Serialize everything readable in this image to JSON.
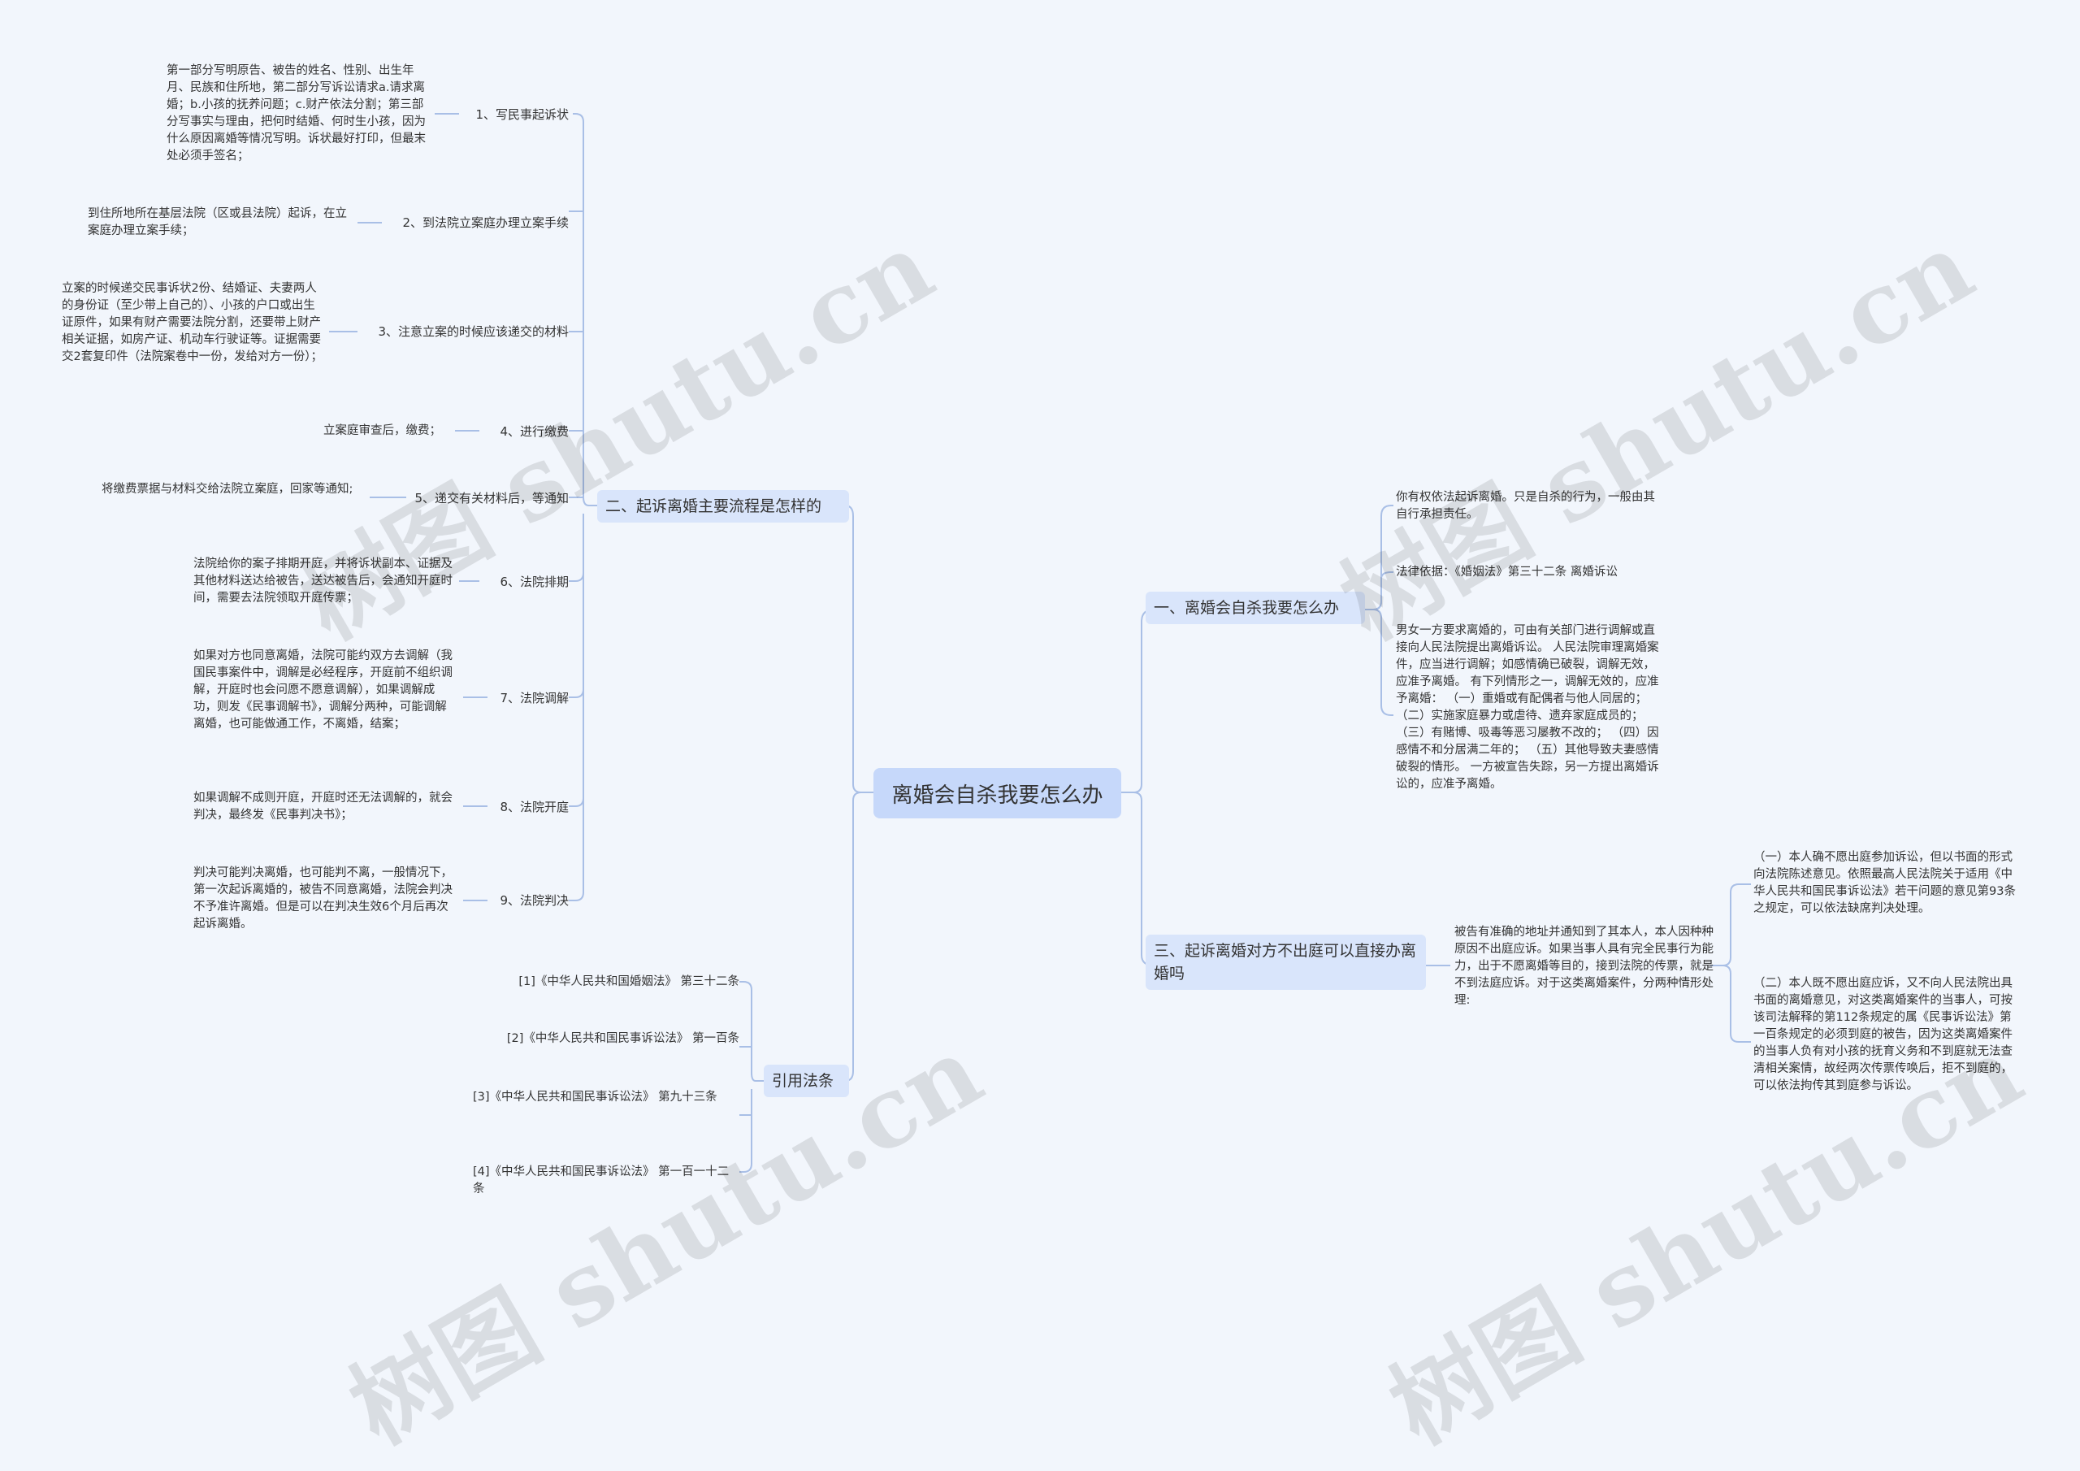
{
  "root": "离婚会自杀我要怎么办",
  "branches": {
    "b1": "一、离婚会自杀我要怎么办",
    "b2": "二、起诉离婚主要流程是怎样的",
    "b3": "三、起诉离婚对方不出庭可以直接办离婚吗",
    "b4": "引用法条"
  },
  "b1_texts": [
    "你有权依法起诉离婚。只是自杀的行为，一般由其自行承担责任。",
    "法律依据：《婚姻法》第三十二条 离婚诉讼",
    "男女一方要求离婚的，可由有关部门进行调解或直接向人民法院提出离婚诉讼。 人民法院审理离婚案件，应当进行调解；如感情确已破裂，调解无效，应准予离婚。 有下列情形之一，调解无效的，应准予离婚： （一）重婚或有配偶者与他人同居的； （二）实施家庭暴力或虐待、遗弃家庭成员的； （三）有赌博、吸毒等恶习屡教不改的； （四）因感情不和分居满二年的； （五）其他导致夫妻感情破裂的情形。 一方被宣告失踪，另一方提出离婚诉讼的，应准予离婚。"
  ],
  "b2_steps": [
    {
      "label": "1、写民事起诉状",
      "text": "第一部分写明原告、被告的姓名、性别、出生年月、民族和住所地，第二部分写诉讼请求a.请求离婚；b.小孩的抚养问题；c.财产依法分割；第三部分写事实与理由，把何时结婚、何时生小孩，因为什么原因离婚等情况写明。诉状最好打印，但最末处必须手签名；"
    },
    {
      "label": "2、到法院立案庭办理立案手续",
      "text": "到住所地所在基层法院（区或县法院）起诉，在立案庭办理立案手续；"
    },
    {
      "label": "3、注意立案的时候应该递交的材料",
      "text": "立案的时候递交民事诉状2份、结婚证、夫妻两人的身份证（至少带上自己的）、小孩的户口或出生证原件，如果有财产需要法院分割，还要带上财产相关证据，如房产证、机动车行驶证等。证据需要交2套复印件（法院案卷中一份，发给对方一份）；"
    },
    {
      "label": "4、进行缴费",
      "text": "立案庭审查后，缴费；"
    },
    {
      "label": "5、递交有关材料后，等通知",
      "text": "将缴费票据与材料交给法院立案庭，回家等通知;"
    },
    {
      "label": "6、法院排期",
      "text": "法院给你的案子排期开庭，并将诉状副本、证据及其他材料送达给被告，送达被告后，会通知开庭时间，需要去法院领取开庭传票；"
    },
    {
      "label": "7、法院调解",
      "text": "如果对方也同意离婚，法院可能约双方去调解（我国民事案件中，调解是必经程序，开庭前不组织调解，开庭时也会问愿不愿意调解），如果调解成功，则发《民事调解书》，调解分两种，可能调解离婚，也可能做通工作，不离婚，结案；"
    },
    {
      "label": "8、法院开庭",
      "text": "如果调解不成则开庭，开庭时还无法调解的，就会判决，最终发《民事判决书》；"
    },
    {
      "label": "9、法院判决",
      "text": "判决可能判决离婚，也可能判不离，一般情况下，第一次起诉离婚的，被告不同意离婚，法院会判决不予准许离婚。但是可以在判决生效6个月后再次起诉离婚。"
    }
  ],
  "b3_text": "被告有准确的地址并通知到了其本人，本人因种种原因不出庭应诉。如果当事人具有完全民事行为能力，出于不愿离婚等目的，接到法院的传票，就是不到法庭应诉。对于这类离婚案件，分两种情形处理:",
  "b3_subs": [
    "（一）本人确不愿出庭参加诉讼，但以书面的形式向法院陈述意见。依照最高人民法院关于适用《中华人民共和国民事诉讼法》若干问题的意见第93条之规定，可以依法缺席判决处理。",
    "（二）本人既不愿出庭应诉，又不向人民法院出具书面的离婚意见，对这类离婚案件的当事人，可按该司法解释的第112条规定的属《民事诉讼法》第一百条规定的必须到庭的被告，因为这类离婚案件的当事人负有对小孩的抚育义务和不到庭就无法查清相关案情，故经两次传票传唤后，拒不到庭的，可以依法拘传其到庭参与诉讼。"
  ],
  "b4_items": [
    "[1]《中华人民共和国婚姻法》 第三十二条",
    "[2]《中华人民共和国民事诉讼法》 第一百条",
    "[3]《中华人民共和国民事诉讼法》 第九十三条",
    "[4]《中华人民共和国民事诉讼法》 第一百一十二条"
  ],
  "watermark": "树图 shutu.cn",
  "colors": {
    "line": "#a9bfe6",
    "root_bg": "#c6d8fa",
    "branch_bg": "#d9e5fb",
    "bg": "#f2f6fc"
  }
}
